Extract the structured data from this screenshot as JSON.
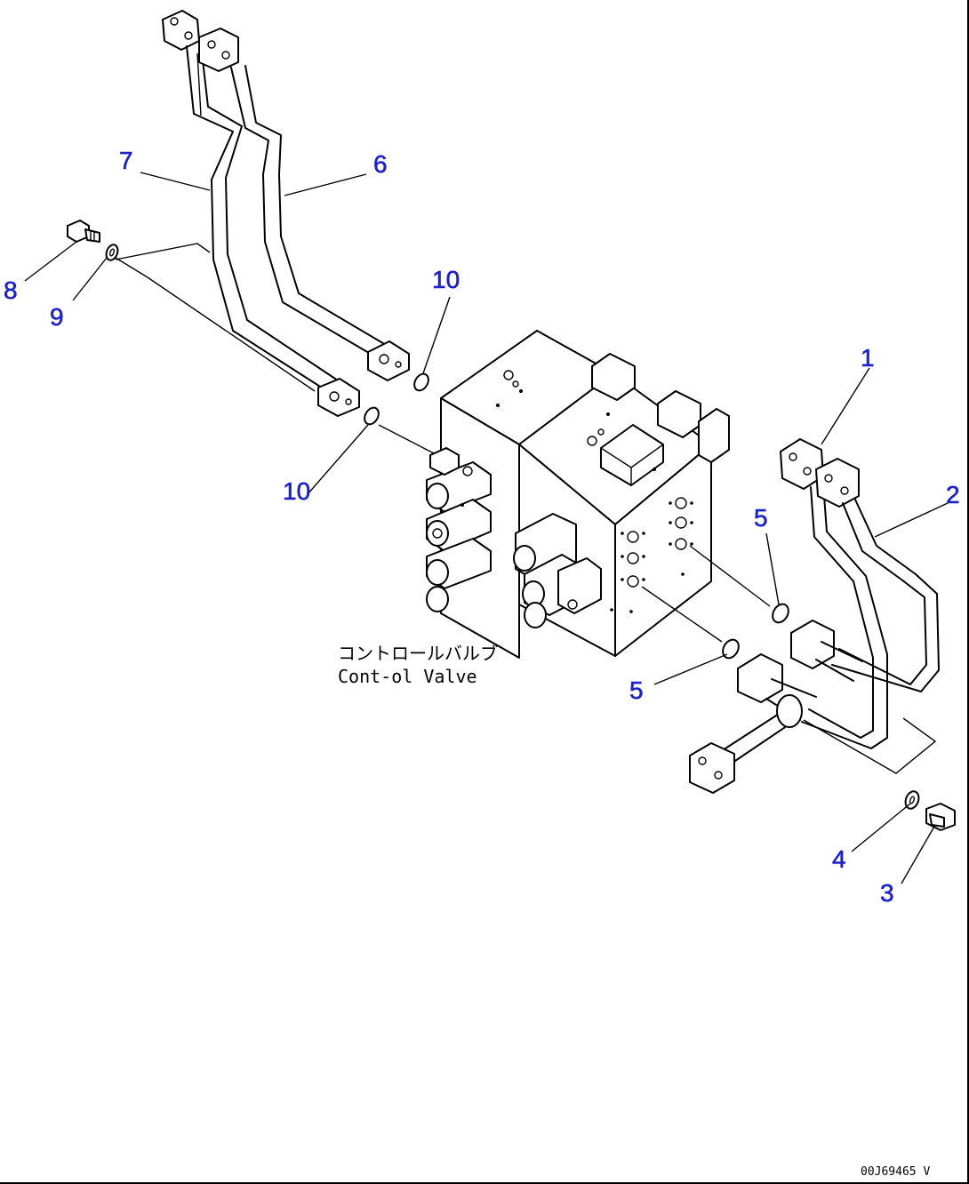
{
  "diagram": {
    "callouts": [
      "1",
      "2",
      "3",
      "4",
      "5",
      "5",
      "6",
      "7",
      "8",
      "9",
      "10",
      "10"
    ],
    "caption_jp": "コントロールバルブ",
    "caption_en": "Cont-ol Valve",
    "reference_code": "00J69465 V",
    "colors": {
      "callout": "#1c22c8",
      "line": "#000000",
      "background": "#ffffff"
    }
  }
}
